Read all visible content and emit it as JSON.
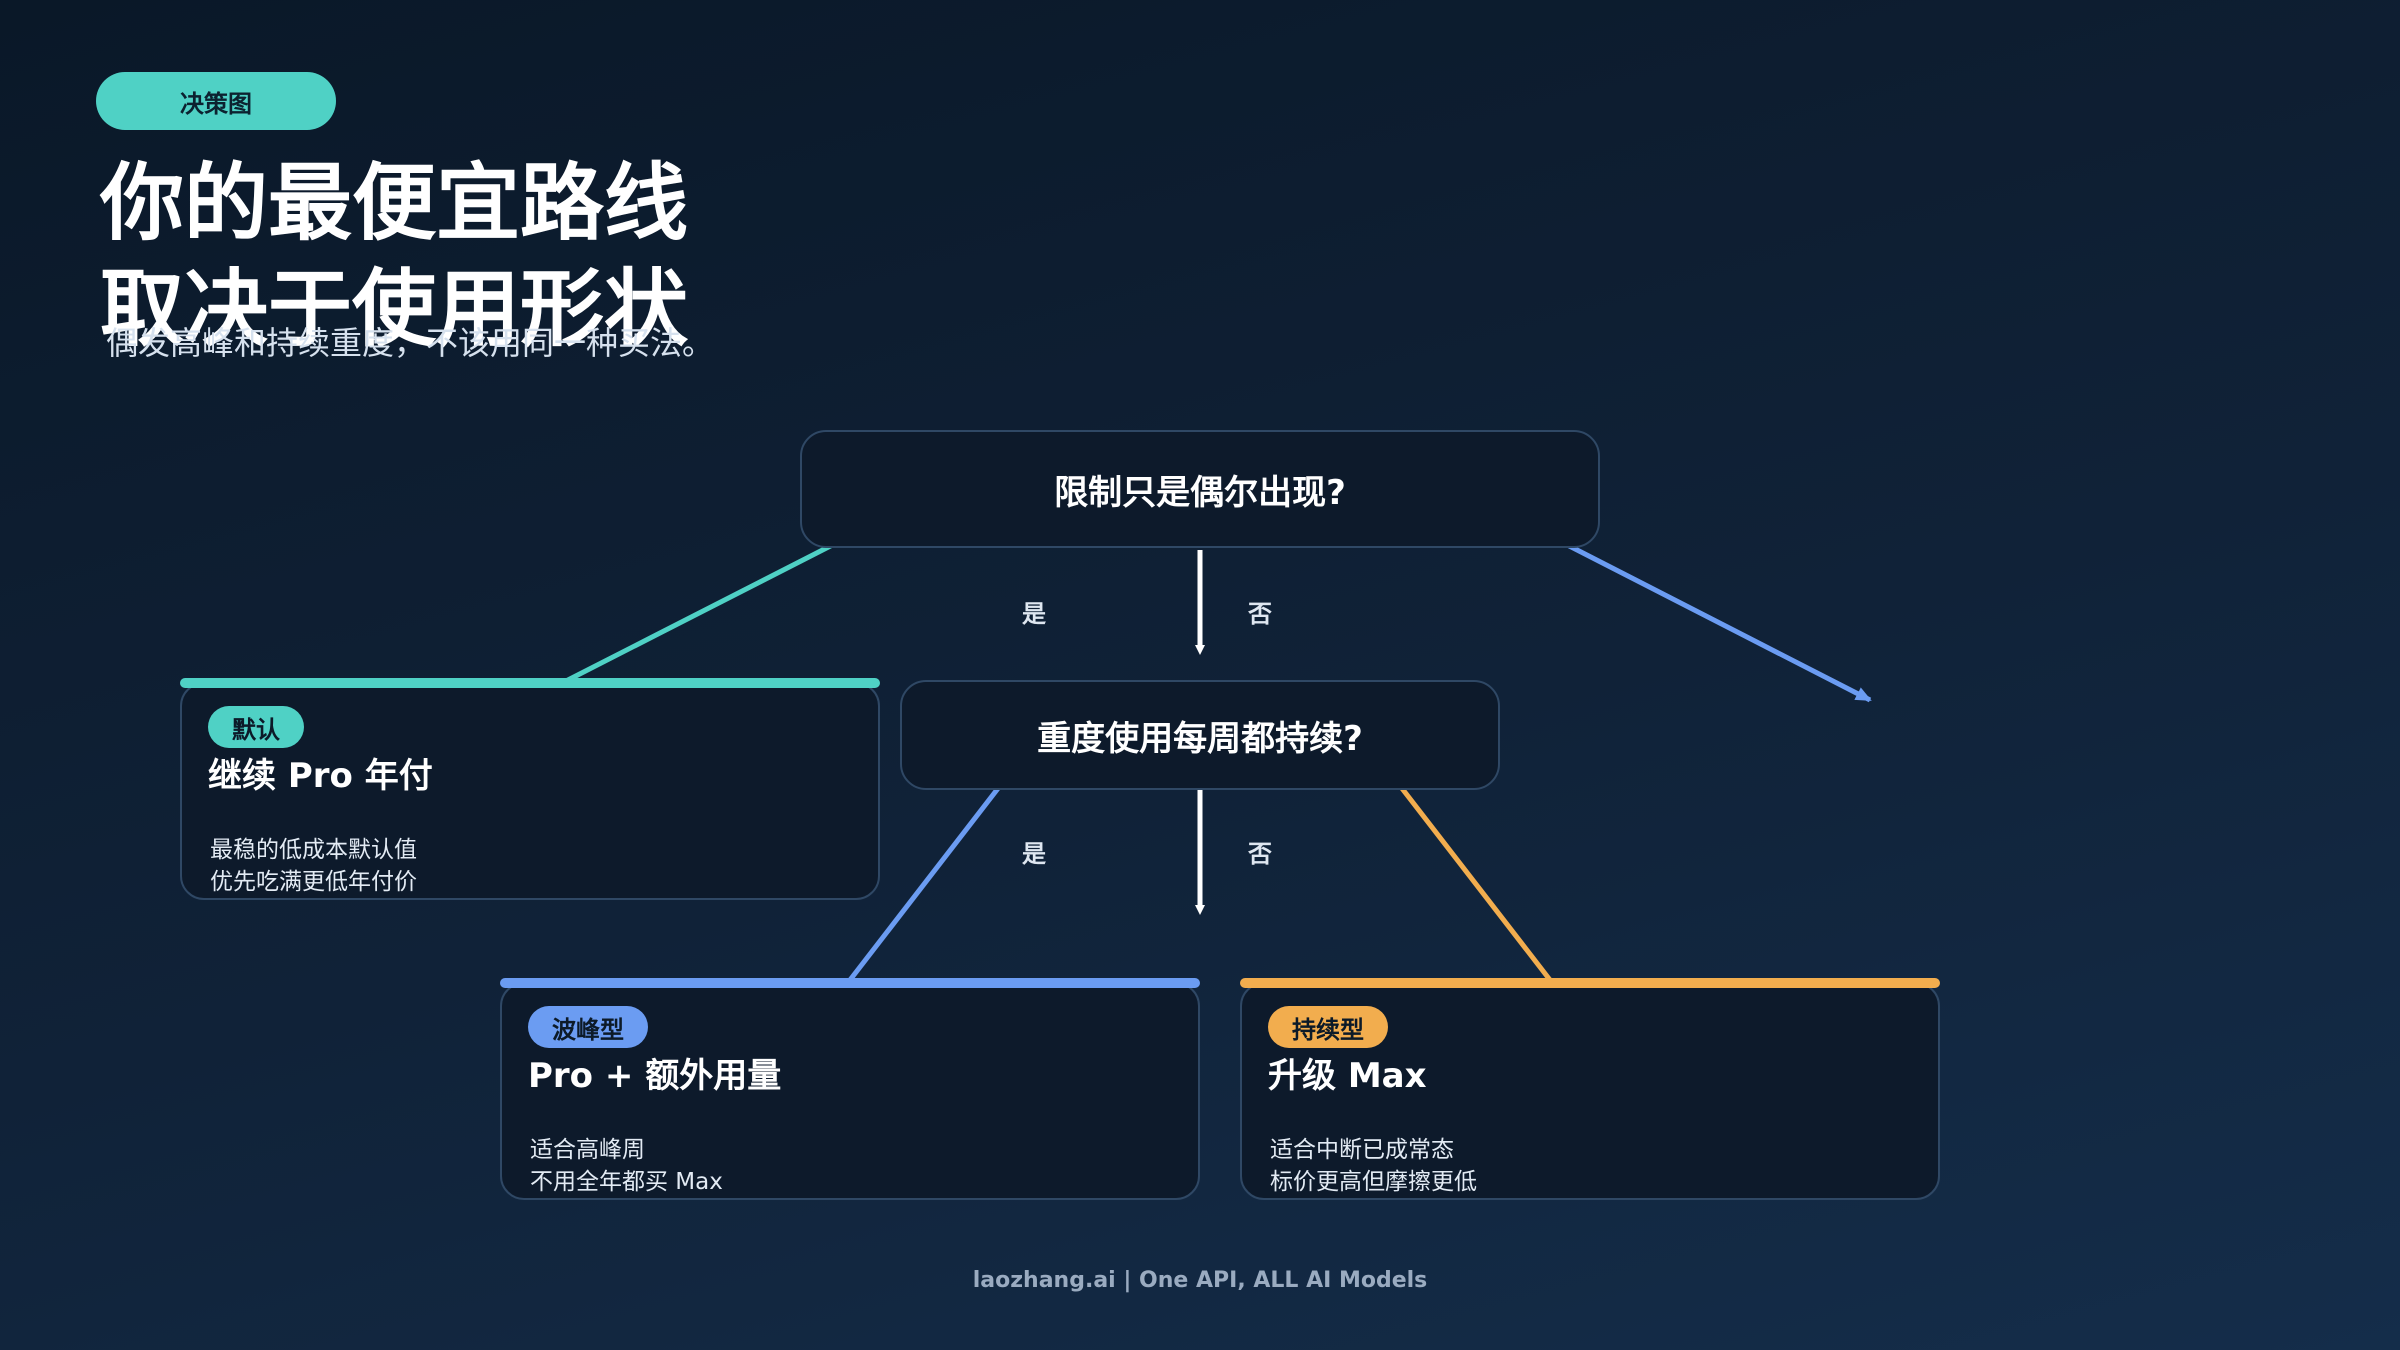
{
  "tag": "决策图",
  "title_lines": [
    "你的最便宜路线",
    "取决于使用形状"
  ],
  "subtitle": "偶发高峰和持续重度，不该用同一种买法。",
  "questions": {
    "q1": "限制只是偶尔出现?",
    "q2": "重度使用每周都持续?"
  },
  "branch_labels": {
    "q1_yes": "是",
    "q1_no": "否",
    "q2_yes": "是",
    "q2_no": "否"
  },
  "cards": {
    "default": {
      "badge": "默认",
      "title": "继续 Pro 年付",
      "lines": [
        "最稳的低成本默认值",
        "优先吃满更低年付价"
      ],
      "accent": "#4fd1c5"
    },
    "burst": {
      "badge": "波峰型",
      "title": "Pro + 额外用量",
      "lines": [
        "适合高峰周",
        "不用全年都买 Max"
      ],
      "accent": "#6b9cf2"
    },
    "sustained": {
      "badge": "持续型",
      "title": "升级 Max",
      "lines": [
        "适合中断已成常态",
        "标价更高但摩擦更低"
      ],
      "accent": "#f2ad4e"
    }
  },
  "colors": {
    "teal": "#4fd1c5",
    "blue": "#6b9cf2",
    "orange": "#f2ad4e",
    "card_bg": "#0d1a2b",
    "card_border": "#2f4865"
  },
  "footer": "laozhang.ai | One API, ALL AI Models"
}
